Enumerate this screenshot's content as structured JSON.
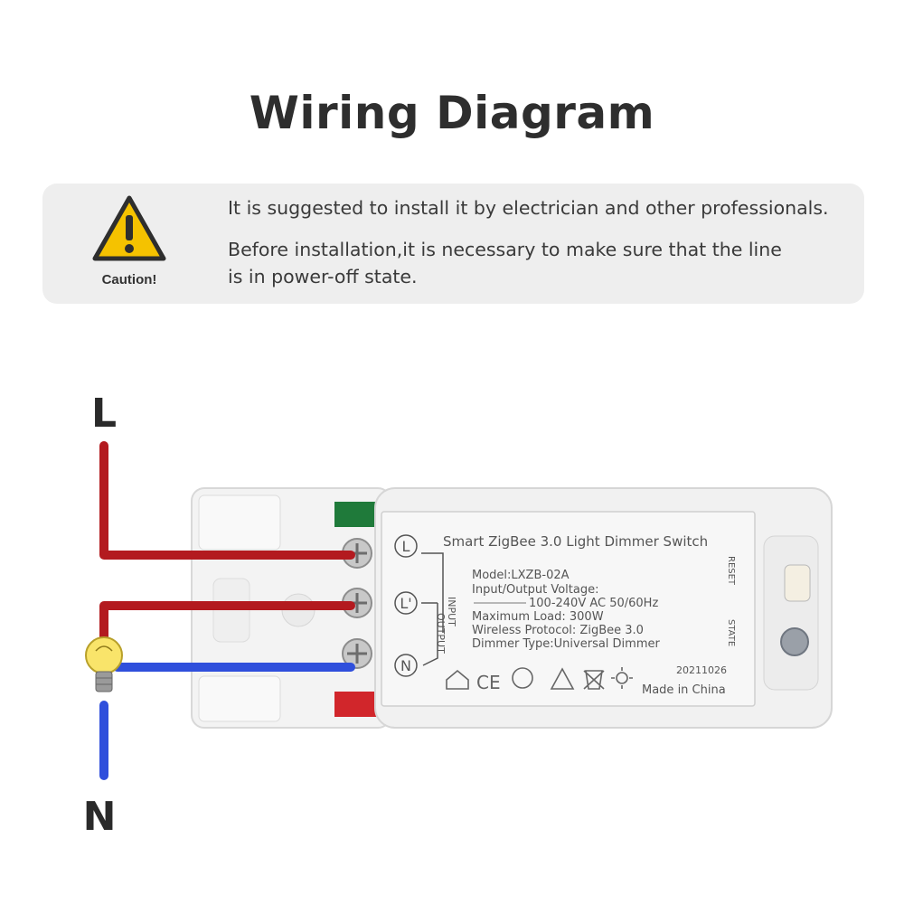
{
  "title": "Wiring Diagram",
  "caution": {
    "label": "Caution!",
    "icon": "warning-triangle-icon",
    "notes": [
      "It is suggested to install it by electrician and other professionals.",
      "Before installation,it is necessary to make sure that the line\nis in power-off state."
    ]
  },
  "wiring": {
    "live_label": "L",
    "neutral_label": "N",
    "live_color": "#b31a1f",
    "neutral_color": "#2f4fdc"
  },
  "device": {
    "name": "Smart ZigBee 3.0 Light Dimmer Switch",
    "model": "Model:LXZB-02A",
    "voltage_label": "Input/Output Voltage:",
    "voltage_value": "100-240V AC 50/60Hz",
    "max_load": "Maximum Load: 300W",
    "protocol": "Wireless Protocol: ZigBee 3.0",
    "dimmer_type": "Dimmer Type:Universal Dimmer",
    "date_code": "20211026",
    "origin": "Made in China",
    "terminals": [
      "L",
      "L'",
      "N"
    ],
    "input_label": "INPUT",
    "output_label": "OUTPUT",
    "reset_label": "RESET",
    "state_label": "STATE",
    "cert_icons": [
      "house-icon",
      "ce-mark-icon",
      "etl-mark-icon",
      "rcm-mark-icon",
      "weee-bin-icon",
      "bulb-sun-icon"
    ]
  }
}
